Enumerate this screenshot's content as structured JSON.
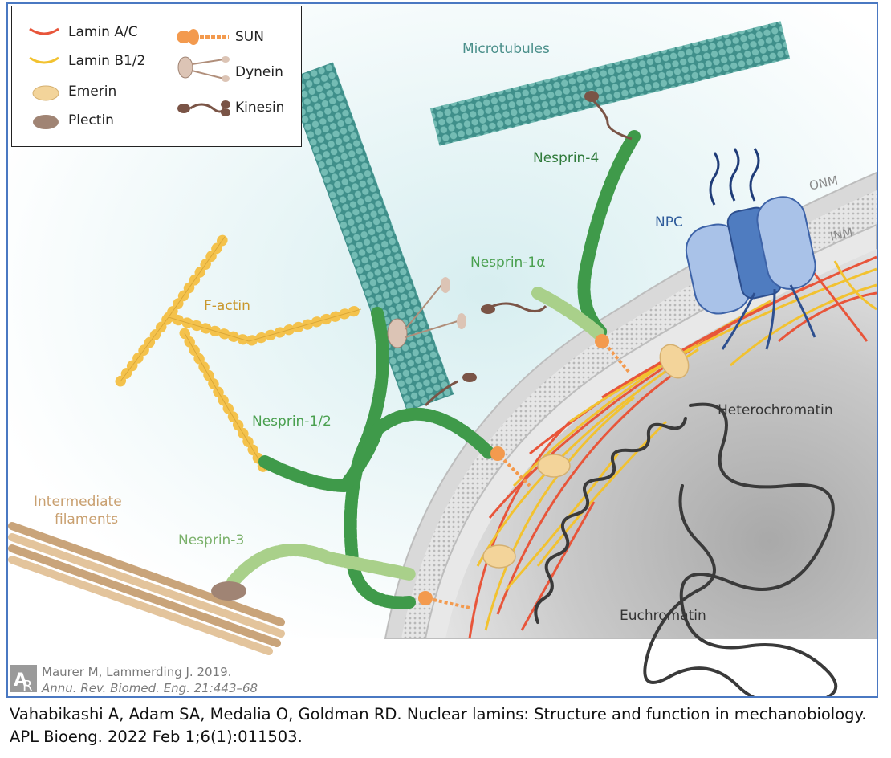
{
  "legend": {
    "lamin_ac": "Lamin A/C",
    "lamin_b": "Lamin B1/2",
    "emerin": "Emerin",
    "plectin": "Plectin",
    "sun": "SUN",
    "dynein": "Dynein",
    "kinesin": "Kinesin"
  },
  "labels": {
    "microtubules": "Microtubules",
    "nesprin4": "Nesprin-4",
    "onm": "ONM",
    "inm": "INM",
    "npc": "NPC",
    "nesprin1a": "Nesprin-1α",
    "factin": "F-actin",
    "heterochromatin": "Heterochromatin",
    "nesprin12": "Nesprin-1/2",
    "intermediate1": "Intermediate",
    "intermediate2": "filaments",
    "nesprin3": "Nesprin-3",
    "euchromatin": "Euchromatin"
  },
  "credit": {
    "line1": "Maurer M, Lammerding J. 2019.",
    "line2": "Annu. Rev. Biomed. Eng. 21:443–68"
  },
  "caption": {
    "line1": "Vahabikashi A, Adam SA, Medalia O, Goldman RD. Nuclear lamins: Structure and function in mechanobiology.",
    "line2": "APL Bioeng. 2022 Feb 1;6(1):011503."
  },
  "colors": {
    "lamin_ac": "#e8553a",
    "lamin_b": "#f2c230",
    "emerin": "#f3d49a",
    "plectin": "#a08474",
    "sun": "#f39a4e",
    "nesprin_dark": "#3f9a4a",
    "nesprin_light": "#a9d08a",
    "factin": "#f4c24c",
    "microtubule": "#5ba8a0",
    "npc": "#7fa3d6",
    "membrane": "#cfcfcf",
    "chromatin": "#3a3a3a"
  }
}
